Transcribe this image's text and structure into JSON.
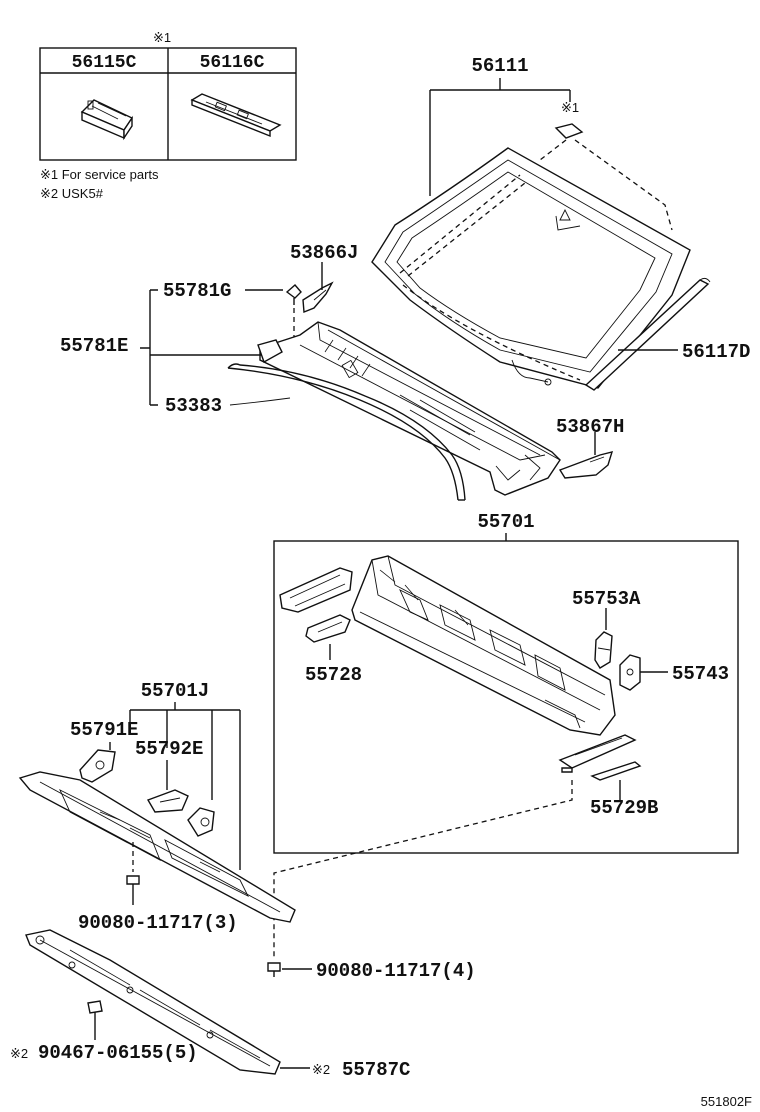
{
  "legend": {
    "marker": "※1",
    "col1": "56115C",
    "col2": "56116C",
    "note1": "※1 For service parts",
    "note2": "※2 USK5#"
  },
  "parts": {
    "windshield": "56111",
    "windshield_marker": "※1",
    "windshield_molding": "56117D",
    "bracket_53866": "53866J",
    "clip_55781g": "55781G",
    "cowl_louver": "55781E",
    "seal_53383": "53383",
    "end_cover": "53867H",
    "cowl_panel": "55701",
    "brace_55728": "55728",
    "bracket_55753": "55753A",
    "bracket_55743": "55743",
    "brace_55729": "55729B",
    "sub_assy": "55701J",
    "brace_55791": "55791E",
    "brace_55792": "55792E",
    "bolt_upper": "90080-11717(3)",
    "bolt_lower": "90080-11717(4)",
    "clip_90467_marker": "※2",
    "clip_90467": "90467-06155(5)",
    "panel_55787_marker": "※2",
    "panel_55787": "55787C"
  },
  "figure_id": "551802F"
}
